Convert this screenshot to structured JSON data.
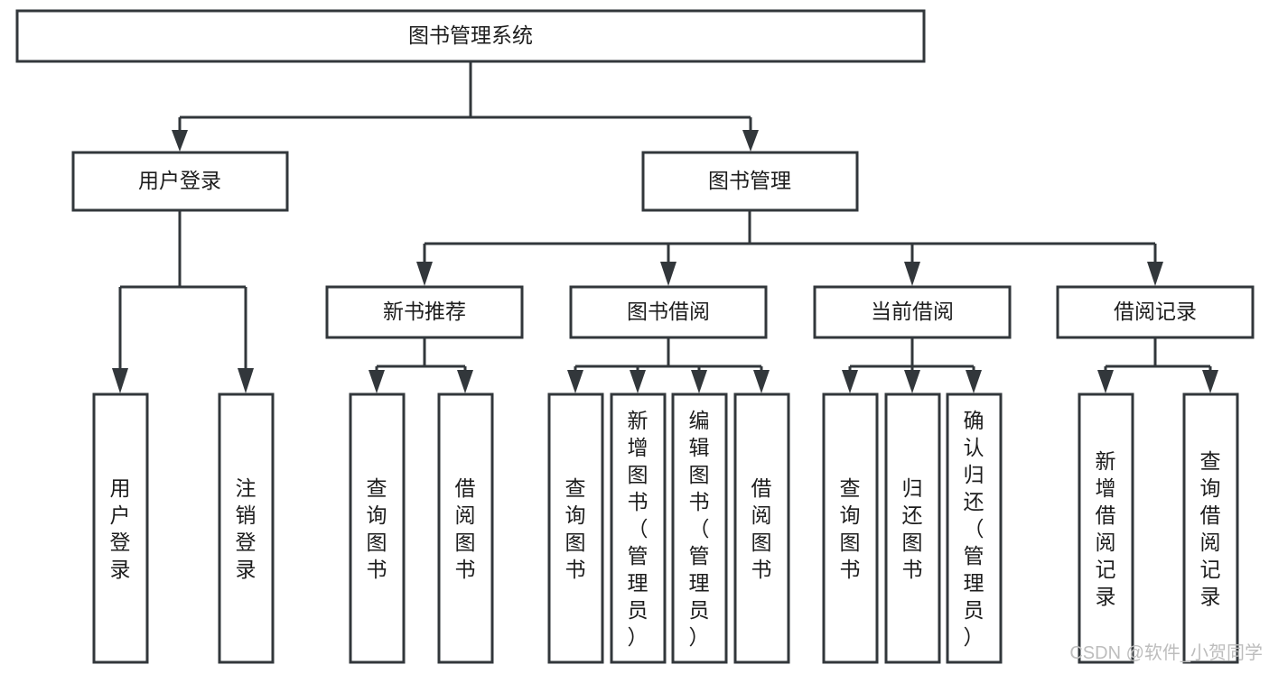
{
  "diagram": {
    "title": "图书管理系统",
    "type": "tree-hierarchy-diagram",
    "colors": {
      "box_stroke": "#32373b",
      "box_fill": "#ffffff",
      "text": "#1d1d1d",
      "background": "#ffffff",
      "watermark": "#bdbdbd"
    },
    "levels": {
      "level1": [
        {
          "id": "root",
          "label": "图书管理系统",
          "orientation": "horizontal"
        }
      ],
      "level2": [
        {
          "id": "user-login",
          "label": "用户登录",
          "orientation": "horizontal"
        },
        {
          "id": "book-manage",
          "label": "图书管理",
          "orientation": "horizontal"
        }
      ],
      "level3": [
        {
          "id": "new-book-recommend",
          "label": "新书推荐",
          "orientation": "horizontal"
        },
        {
          "id": "book-borrow",
          "label": "图书借阅",
          "orientation": "horizontal"
        },
        {
          "id": "current-borrow",
          "label": "当前借阅",
          "orientation": "horizontal"
        },
        {
          "id": "borrow-record",
          "label": "借阅记录",
          "orientation": "horizontal"
        }
      ],
      "level4": [
        {
          "id": "leaf-user-login",
          "label": "用户登录",
          "orientation": "vertical",
          "parent": "user-login"
        },
        {
          "id": "leaf-logout-login",
          "label": "注销登录",
          "orientation": "vertical",
          "parent": "user-login"
        },
        {
          "id": "leaf-query-book-1",
          "label": "查询图书",
          "orientation": "vertical",
          "parent": "new-book-recommend"
        },
        {
          "id": "leaf-borrow-book-1",
          "label": "借阅图书",
          "orientation": "vertical",
          "parent": "new-book-recommend"
        },
        {
          "id": "leaf-query-book-2",
          "label": "查询图书",
          "orientation": "vertical",
          "parent": "book-borrow"
        },
        {
          "id": "leaf-add-book",
          "label": "新增图书（管理员）",
          "orientation": "vertical",
          "parent": "book-borrow"
        },
        {
          "id": "leaf-edit-book",
          "label": "编辑图书（管理员）",
          "orientation": "vertical",
          "parent": "book-borrow"
        },
        {
          "id": "leaf-borrow-book-2",
          "label": "借阅图书",
          "orientation": "vertical",
          "parent": "book-borrow"
        },
        {
          "id": "leaf-query-book-3",
          "label": "查询图书",
          "orientation": "vertical",
          "parent": "current-borrow"
        },
        {
          "id": "leaf-return-book",
          "label": "归还图书",
          "orientation": "vertical",
          "parent": "current-borrow"
        },
        {
          "id": "leaf-confirm-return",
          "label": "确认归还（管理员）",
          "orientation": "vertical",
          "parent": "current-borrow"
        },
        {
          "id": "leaf-add-record",
          "label": "新增借阅记录",
          "orientation": "vertical",
          "parent": "borrow-record"
        },
        {
          "id": "leaf-query-record",
          "label": "查询借阅记录",
          "orientation": "vertical",
          "parent": "borrow-record"
        }
      ]
    }
  },
  "watermark": {
    "text": "CSDN @软件_小贺同学"
  }
}
